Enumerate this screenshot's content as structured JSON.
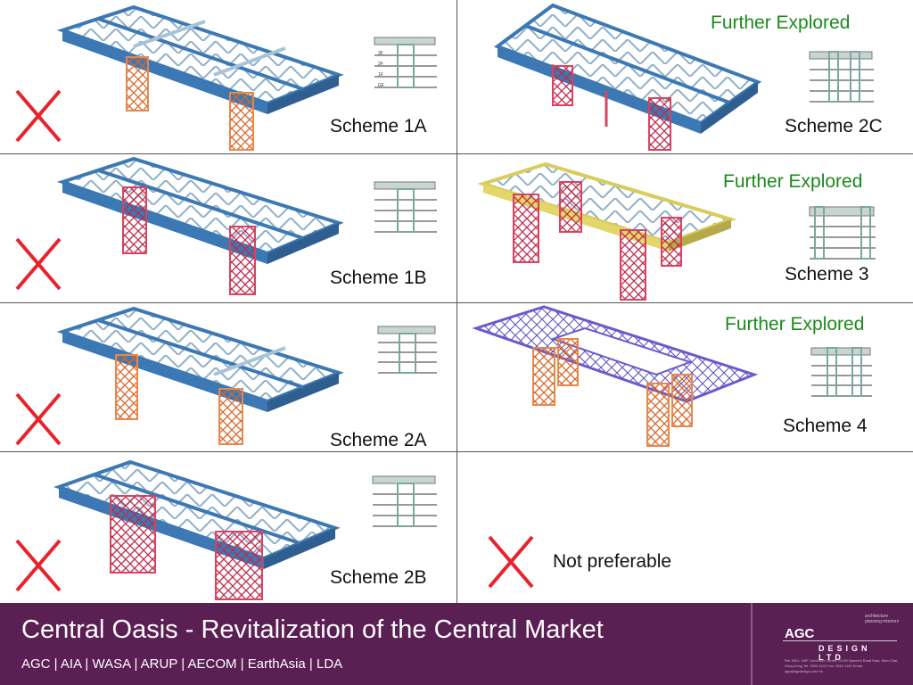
{
  "schemes": [
    {
      "id": "1a",
      "label": "Scheme 1A",
      "status": "rejected"
    },
    {
      "id": "1b",
      "label": "Scheme 1B",
      "status": "rejected"
    },
    {
      "id": "2a",
      "label": "Scheme 2A",
      "status": "rejected"
    },
    {
      "id": "2b",
      "label": "Scheme 2B",
      "status": "rejected"
    },
    {
      "id": "2c",
      "label": "Scheme 2C",
      "status": "further",
      "note": "Further Explored"
    },
    {
      "id": "3",
      "label": "Scheme 3",
      "status": "further",
      "note": "Further Explored"
    },
    {
      "id": "4",
      "label": "Scheme 4",
      "status": "further",
      "note": "Further Explored"
    }
  ],
  "legend": {
    "rejected_label": "Not preferable"
  },
  "floor_labels": {
    "a": [
      "3F",
      "2F",
      "1F",
      "GF"
    ]
  },
  "footer": {
    "title": "Central Oasis - Revitalization of the Central Market",
    "subtitle": "AGC | AIA | WASA | ARUP | AECOM | EarthAsia | LDA",
    "logo_top": "AGC",
    "logo_bottom": "DESIGN LTD",
    "logo_tagline": "architecture planning interiors",
    "logo_address": "Rm 1801, 18/F, Dominion Centre, 43-59 Queen's Road East, Wan Chai, Hong Kong Tel: 2520 1122 Fax: 2520 1133 Email: agc@agcdesign.com.hk"
  },
  "colors": {
    "reject": "#e8222a",
    "further": "#1b8a1b",
    "footer_bg": "#5a1f53",
    "truss_blue": "#3c78b4",
    "truss_light": "#a9c4d6",
    "column_red": "#d9435f",
    "column_orange": "#e8874a",
    "purple_mesh": "#6a5acd"
  }
}
